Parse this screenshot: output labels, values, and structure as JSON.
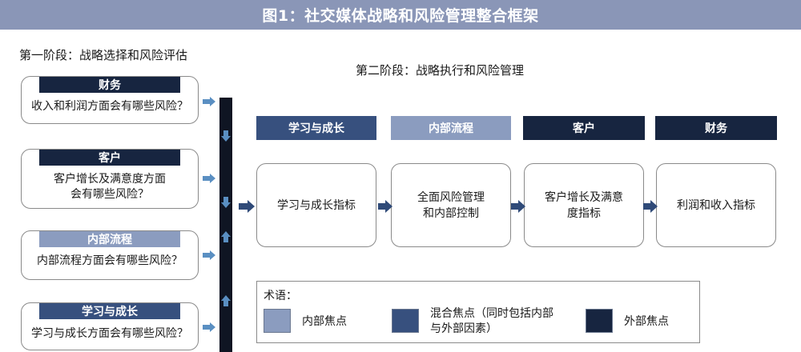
{
  "title": "图1：社交媒体战略和风险管理整合框架",
  "stage1": {
    "label": "第一阶段：战略选择和风险评估",
    "boxes": [
      {
        "tag": "财务",
        "question": "收入和利润方面会有哪些风险？"
      },
      {
        "tag": "客户",
        "question_line1": "客户增长及满意度方面",
        "question_line2": "会有哪些风险？"
      },
      {
        "tag": "内部流程",
        "question": "内部流程方面会有哪些风险？"
      },
      {
        "tag": "学习与成长",
        "question": "学习与成长方面会有哪些风险？"
      }
    ]
  },
  "stage2": {
    "label": "第二阶段：战略执行和风险管理",
    "headers": [
      "学习与成长",
      "内部流程",
      "客户",
      "财务"
    ],
    "boxes": [
      {
        "line1": "学习与成长指标",
        "line2": ""
      },
      {
        "line1": "全面风险管理",
        "line2": "和内部控制"
      },
      {
        "line1": "客户增长及满意",
        "line2": "度指标"
      },
      {
        "line1": "利润和收入指标",
        "line2": ""
      }
    ]
  },
  "legend": {
    "title": "术语：",
    "items": [
      {
        "label_line1": "内部焦点",
        "label_line2": "",
        "color": "#8b9cbf"
      },
      {
        "label_line1": "混合焦点（同时包括内部",
        "label_line2": "与外部因素）",
        "color": "#37507e"
      },
      {
        "label_line1": "外部焦点",
        "label_line2": "",
        "color": "#172540"
      }
    ]
  },
  "colors": {
    "title_bg": "#8a96b7",
    "dark": "#172540",
    "mid": "#37507e",
    "light": "#8b9cbf",
    "arrow": "#5a8fc2"
  }
}
